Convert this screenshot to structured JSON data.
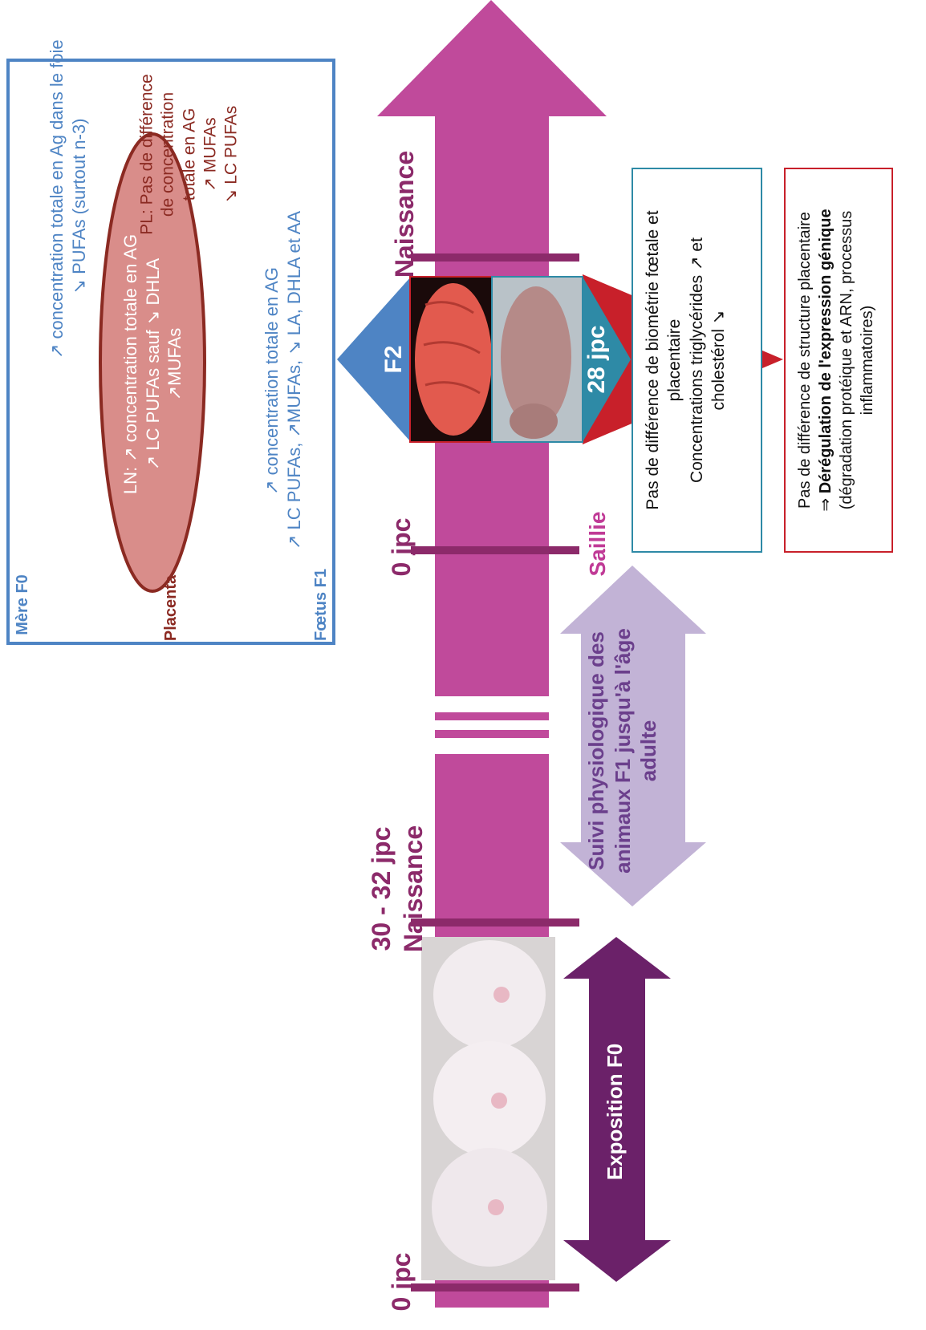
{
  "colors": {
    "arrow": "#c04a9b",
    "tick": "#8c2a6a",
    "blue": "#4e84c4",
    "placenta_fill": "#d98d8a",
    "placenta_text": "#8b2a22",
    "teal": "#2e8aa6",
    "red": "#c8202a",
    "purple": "#6b2169",
    "lavender": "#c2b3d6"
  },
  "timeline": {
    "zero_jpc_left": "0 jpc",
    "birth_f0": {
      "line1": "30 - 32 jpc",
      "line2": "Naissance"
    },
    "zero_jpc_right": "0 jpc",
    "birth_f1": "Naissance",
    "saillie": "Saillie"
  },
  "exposure": {
    "label": "Exposition F0"
  },
  "followup": {
    "line1": "Suivi physiologique des",
    "line2": "animaux F1 jusqu'à l'âge",
    "line3": "adulte"
  },
  "f2": {
    "label": "F2"
  },
  "jpc28": {
    "label": "28 jpc"
  },
  "blue_box": {
    "mere_label": "Mère F0",
    "mere_line1": "↗ concentration totale en Ag dans le foie",
    "mere_line2": "↘ PUFAs (surtout n-3)",
    "placenta_label": "Placenta",
    "ln_line1": "LN: ↗ concentration totale en AG",
    "ln_line2": "↗ LC PUFAs sauf ↘ DHLA",
    "ln_line3": "↗MUFAs",
    "pl_line1": "PL: Pas de différence",
    "pl_line2": "de concentration",
    "pl_line3": "totale en AG",
    "pl_line4": "↗ MUFAs",
    "pl_line5": "↘ LC PUFAs",
    "foetus_label": "Fœtus F1",
    "foetus_line1": "↗ concentration totale en AG",
    "foetus_line2": "↗ LC PUFAs, ↗MUFAs, ↘ LA, DHLA et AA"
  },
  "teal_box": {
    "line1": "Pas de différence de biométrie fœtale et",
    "line2": "placentaire",
    "line3": "Concentrations triglycérides ↗ et",
    "line4": "cholestérol ↘"
  },
  "red_box": {
    "line1": "Pas de différence de structure placentaire",
    "line2_prefix": "⇒",
    "line2_bold": "Dérégulation de l'expression génique",
    "line3": "(dégradation protéique et ARN, processus",
    "line4": "inflammatoires)"
  }
}
